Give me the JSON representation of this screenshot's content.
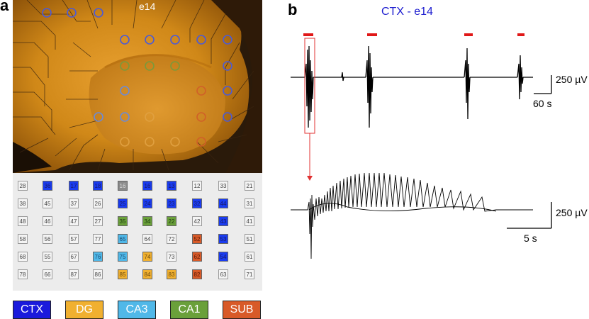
{
  "panel_a": {
    "letter": "a",
    "photo_label": "e14",
    "grid_rows": [
      [
        {
          "n": "28",
          "r": null
        },
        {
          "n": "36",
          "r": "CTX"
        },
        {
          "n": "17",
          "r": "CTX"
        },
        {
          "n": "18",
          "r": "CTX"
        },
        {
          "n": "16",
          "r": "ref"
        },
        {
          "n": "16",
          "r": "CTX"
        },
        {
          "n": "13",
          "r": "CTX"
        },
        {
          "n": "12",
          "r": null
        },
        {
          "n": "33",
          "r": null
        },
        {
          "n": "21",
          "r": null
        }
      ],
      [
        {
          "n": "38",
          "r": null
        },
        {
          "n": "45",
          "r": null
        },
        {
          "n": "37",
          "r": null
        },
        {
          "n": "26",
          "r": null
        },
        {
          "n": "25",
          "r": "CTX"
        },
        {
          "n": "24",
          "r": "CTX"
        },
        {
          "n": "23",
          "r": "CTX"
        },
        {
          "n": "32",
          "r": "CTX"
        },
        {
          "n": "44",
          "r": "CTX"
        },
        {
          "n": "31",
          "r": null
        }
      ],
      [
        {
          "n": "48",
          "r": null
        },
        {
          "n": "46",
          "r": null
        },
        {
          "n": "47",
          "r": null
        },
        {
          "n": "27",
          "r": null
        },
        {
          "n": "35",
          "r": "CA1"
        },
        {
          "n": "34",
          "r": "CA1"
        },
        {
          "n": "22",
          "r": "CA1"
        },
        {
          "n": "42",
          "r": null
        },
        {
          "n": "43",
          "r": "CTX"
        },
        {
          "n": "41",
          "r": null
        }
      ],
      [
        {
          "n": "58",
          "r": null
        },
        {
          "n": "56",
          "r": null
        },
        {
          "n": "57",
          "r": null
        },
        {
          "n": "77",
          "r": null
        },
        {
          "n": "65",
          "r": "CA3"
        },
        {
          "n": "64",
          "r": null
        },
        {
          "n": "72",
          "r": null
        },
        {
          "n": "52",
          "r": "SUB"
        },
        {
          "n": "53",
          "r": "CTX"
        },
        {
          "n": "51",
          "r": null
        }
      ],
      [
        {
          "n": "68",
          "r": null
        },
        {
          "n": "55",
          "r": null
        },
        {
          "n": "67",
          "r": null
        },
        {
          "n": "76",
          "r": "CA3"
        },
        {
          "n": "75",
          "r": "CA3"
        },
        {
          "n": "74",
          "r": "DG"
        },
        {
          "n": "73",
          "r": null
        },
        {
          "n": "62",
          "r": "SUB"
        },
        {
          "n": "54",
          "r": "CTX"
        },
        {
          "n": "61",
          "r": null
        }
      ],
      [
        {
          "n": "78",
          "r": null
        },
        {
          "n": "66",
          "r": null
        },
        {
          "n": "87",
          "r": null
        },
        {
          "n": "86",
          "r": null
        },
        {
          "n": "85",
          "r": "DG"
        },
        {
          "n": "84",
          "r": "DG"
        },
        {
          "n": "83",
          "r": "DG"
        },
        {
          "n": "82",
          "r": "SUB"
        },
        {
          "n": "63",
          "r": null
        },
        {
          "n": "71",
          "r": null
        }
      ]
    ],
    "legend": [
      {
        "label": "CTX",
        "color": "#1a1adc"
      },
      {
        "label": "DG",
        "color": "#f0b030"
      },
      {
        "label": "CA3",
        "color": "#50b8e8"
      },
      {
        "label": "CA1",
        "color": "#6aa03a"
      },
      {
        "label": "SUB",
        "color": "#d85a28"
      }
    ]
  },
  "panel_b": {
    "letter": "b",
    "title": "CTX - e14",
    "top_scale_v": "250 µV",
    "top_scale_t": "60 s",
    "bottom_scale_v": "250 µV",
    "bottom_scale_t": "5 s"
  },
  "colors": {
    "CTX": "#1a3cf0",
    "DG": "#f0b030",
    "CA3": "#50b8e8",
    "CA1": "#6aa03a",
    "SUB": "#d85a28",
    "ref": "#8a8a8a",
    "bar": "#e01818"
  }
}
